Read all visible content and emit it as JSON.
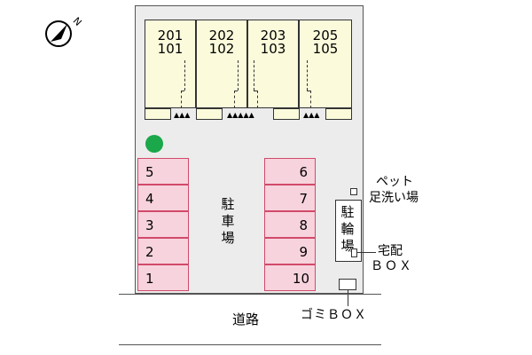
{
  "compass": {
    "label": "N"
  },
  "units": [
    {
      "upper": "201",
      "lower": "101"
    },
    {
      "upper": "202",
      "lower": "102"
    },
    {
      "upper": "203",
      "lower": "103"
    },
    {
      "upper": "205",
      "lower": "105"
    }
  ],
  "parking": {
    "label": "駐\n車\n場",
    "left_spaces": [
      "5",
      "4",
      "3",
      "2",
      "1"
    ],
    "right_spaces": [
      "6",
      "7",
      "8",
      "9",
      "10"
    ]
  },
  "bicycle_parking": {
    "label": "駐\n輪\n場"
  },
  "pet_foot_wash": {
    "line1": "ペット",
    "line2": "足洗い場"
  },
  "delivery_box": {
    "line1": "宅配",
    "line2": "ＢＯＸ"
  },
  "garbage_box": {
    "label": "ゴミＢＯＸ"
  },
  "road": {
    "label": "道路"
  },
  "colors": {
    "unit_fill": "#fbfbdc",
    "parking_fill": "#f7d3dd",
    "parking_border": "#d14a6a",
    "tree": "#1aa84a",
    "lot_fill": "#ececec"
  }
}
